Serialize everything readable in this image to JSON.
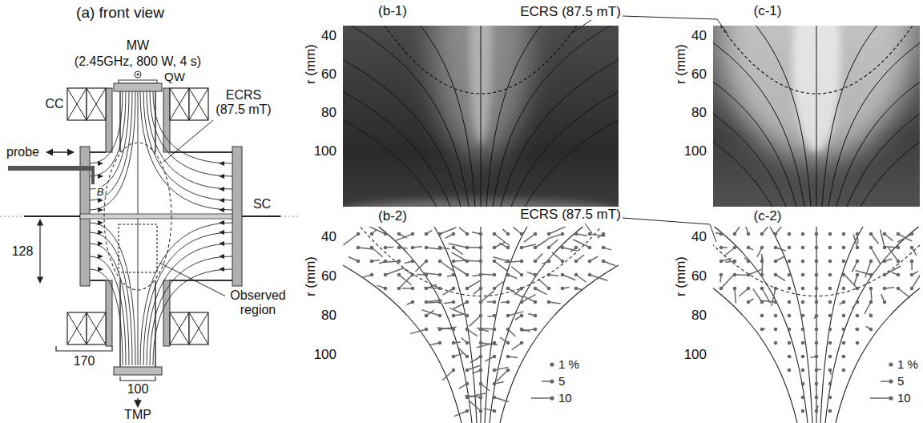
{
  "diagram": {
    "labels": [
      "(a) front view",
      "MW",
      "(2.45GHz, 800 W, 4 s)",
      "QW",
      "CC",
      "ECRS (87.5 mT)",
      "probe",
      "B",
      "SC",
      "128",
      "Observed region",
      "170",
      "100",
      "TMP",
      "(b-1)",
      "ECRS (87.5 mT)",
      "(c-1)",
      "r (mm)",
      "40",
      "60",
      "80",
      "100",
      "r (mm)",
      "40",
      "60",
      "80",
      "100",
      "(b-2)",
      "ECRS (87.5 mT)",
      "(c-2)",
      "r (mm)",
      "40",
      "60",
      "80",
      "100",
      "r (mm)",
      "40",
      "60",
      "80",
      "100"
    ],
    "legend": [
      {
        "text": "1 %"
      },
      {
        "text": "5"
      },
      {
        "text": "10"
      },
      {
        "text": "1 %"
      },
      {
        "text": "5"
      },
      {
        "text": "10"
      }
    ]
  }
}
